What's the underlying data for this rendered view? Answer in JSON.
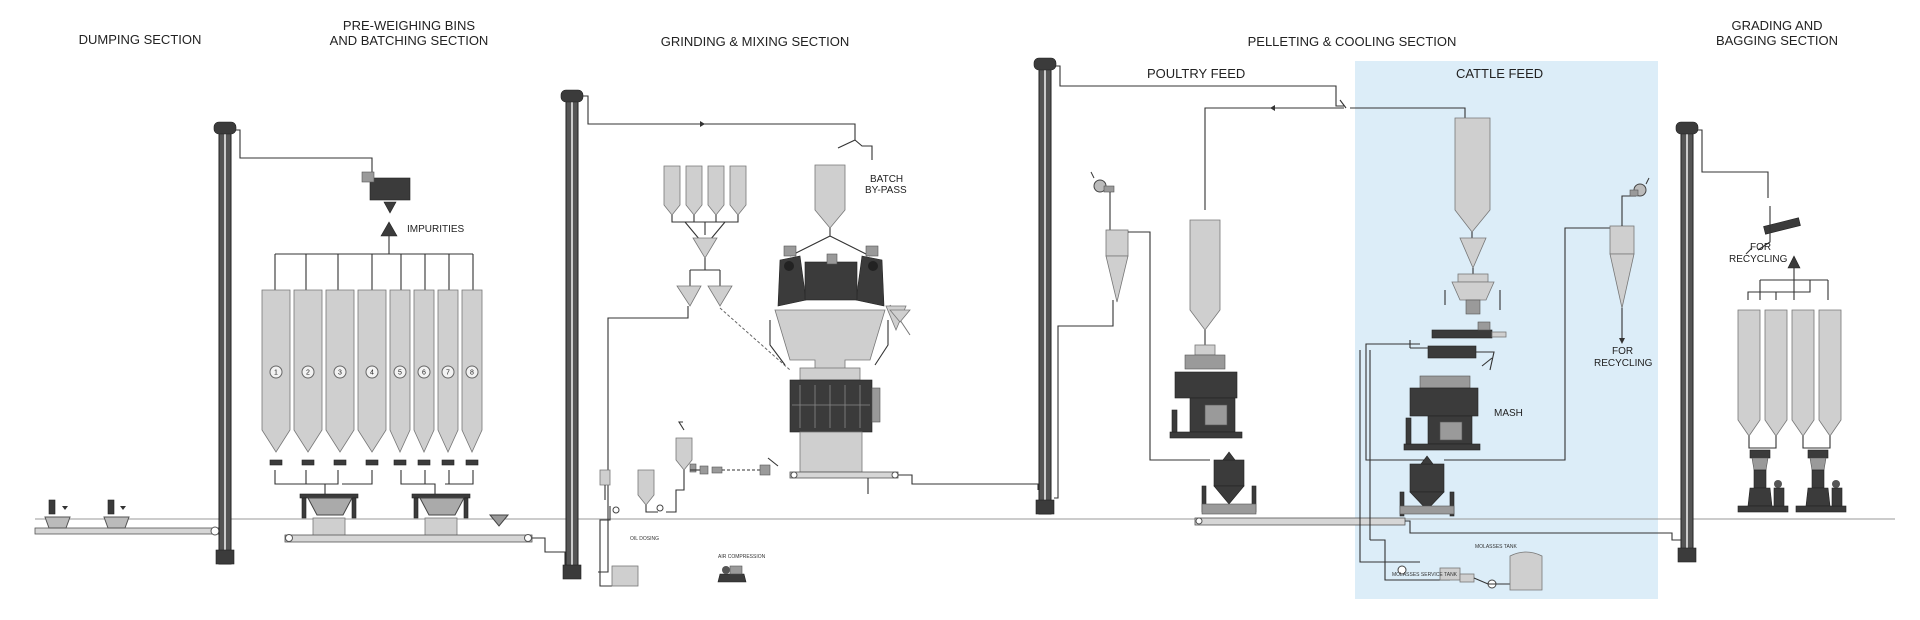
{
  "sections": {
    "dumping": "DUMPING SECTION",
    "preweigh_line1": "PRE-WEIGHING BINS",
    "preweigh_line2": "AND BATCHING SECTION",
    "grinding": "GRINDING & MIXING  SECTION",
    "pelleting": "PELLETING & COOLING SECTION",
    "grading_line1": "GRADING AND",
    "grading_line2": "BAGGING SECTION"
  },
  "labels": {
    "poultry_feed": "POULTRY FEED",
    "cattle_feed": "CATTLE FEED",
    "impurities": "IMPURITIES",
    "batch_line1": "BATCH",
    "batch_line2": "BY-PASS",
    "for_recycling_line1": "FOR",
    "for_recycling_line2": "RECYCLING",
    "mash": "MASH",
    "oil_dosing": "OIL DOSING",
    "air_compression": "AIR COMPRESSION",
    "molasses_tank": "MOLASSES TANK",
    "molasses_service_tank": "MOLASSES SERVICE TANK",
    "grading_recycling_line1": "FOR",
    "grading_recycling_line2": "RECYCLING"
  },
  "bin_numbers": [
    "1",
    "2",
    "3",
    "4",
    "5",
    "6",
    "7",
    "8"
  ],
  "colors": {
    "cattle_panel": "#dcedf8",
    "bin_fill": "#cfcfcf",
    "machine_dark": "#3b3b3b"
  }
}
